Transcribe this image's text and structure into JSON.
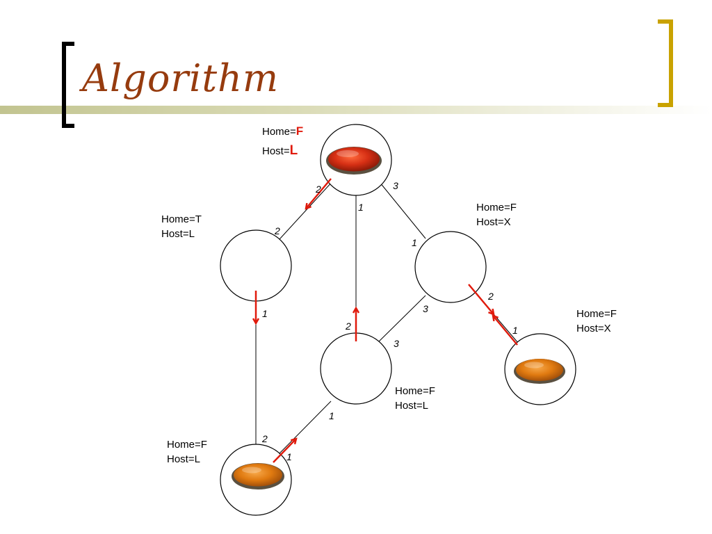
{
  "slide": {
    "title": "Algorithm"
  },
  "colors": {
    "accent_title": "#963b0e",
    "bracket_right": "#c9a200",
    "arrow": "#e01a0c",
    "agent_host": "#d62f14",
    "agent_other": "#e07a10"
  },
  "nodes": {
    "top": {
      "home_prefix": "Home=",
      "home_value": "F",
      "host_prefix": "Host=",
      "host_value": "L"
    },
    "left": {
      "home": "Home=T",
      "host": "Host=L"
    },
    "right": {
      "home": "Home=F",
      "host": "Host=X"
    },
    "far_right": {
      "home": "Home=F",
      "host": "Host=X"
    },
    "center": {
      "home": "Home=F",
      "host": "Host=L"
    },
    "bottom_left": {
      "home": "Home=F",
      "host": "Host=L"
    }
  },
  "ports": {
    "top_left": "2",
    "top_center": "1",
    "top_right": "3",
    "left_top": "2",
    "left_bottom": "1",
    "right_top": "1",
    "right_bottom": "3",
    "right_far": "2",
    "far_right_in": "1",
    "center_top": "2",
    "center_right": "3",
    "center_bottom": "1",
    "bottom_left_top": "2",
    "bottom_left_right": "1"
  }
}
